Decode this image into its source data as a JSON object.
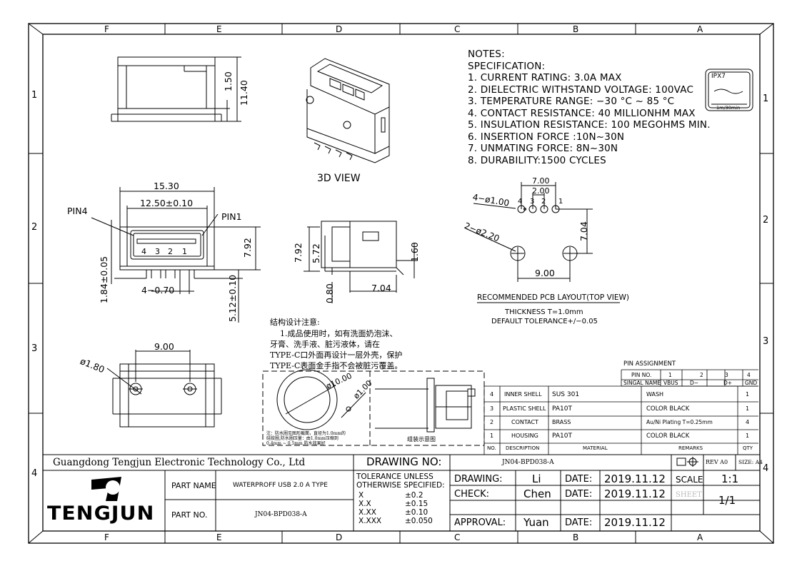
{
  "border": {
    "cols": [
      "F",
      "E",
      "D",
      "C",
      "B",
      "A"
    ],
    "rows": [
      "1",
      "2",
      "3",
      "4"
    ]
  },
  "notes": {
    "title": "NOTES:",
    "subtitle": "SPECIFICATION:",
    "items": [
      "1. CURRENT RATING: 3.0A MAX",
      "2. DIELECTRIC WITHSTAND VOLTAGE: 100VAC",
      "3. TEMPERATURE RANGE: −30 °C ~ 85 °C",
      "4. CONTACT RESISTANCE: 40 MILLIONHM MAX",
      "5. INSULATION RESISTANCE: 100 MEGOHMS MIN.",
      "6. INSERTION FORCE :10N~30N",
      "7. UNMATING FORCE: 8N~30N",
      "8. DURABILITY:1500 CYCLES"
    ]
  },
  "ipx": {
    "label": "IPX7",
    "sub": "1m/30min"
  },
  "view3d_label": "3D VIEW",
  "front_view": {
    "d_width": "15.30",
    "d_inner": "12.50±0.10",
    "pin4": "PIN4",
    "pin1": "PIN1",
    "d_height": "7.92",
    "d_left": "1.84±0.05",
    "d_pitch": "4−0.70",
    "d_tail": "5.12±0.10",
    "pins": [
      "4",
      "3",
      "2",
      "1"
    ]
  },
  "top_view": {
    "d1": "1.50",
    "d2": "11.40"
  },
  "side_view": {
    "d1": "7.92",
    "d2": "5.72",
    "d3": "1.60",
    "d4": "0.80",
    "d5": "7.04"
  },
  "pcb": {
    "d_700": "7.00",
    "d_200": "2.00",
    "d_hole1": "4−ø1.00",
    "d_hole2": "2−ø2.20",
    "d_704": "7.04",
    "d_900": "9.00",
    "pins": [
      "4",
      "3",
      "2",
      "1"
    ],
    "title": "RECOMMENDED PCB LAYOUT(TOP VIEW)",
    "thickness": "THICKNESS T=1.0mm",
    "tolerance": "DEFAULT TOLERANCE+/−0.05"
  },
  "cn_notes": {
    "title": "结构设计注意:",
    "lines": [
      "1.成品使用时，如有洗面奶泡沫、",
      "牙膏、洗手液、脏污液体，请在",
      "TYPE-C口外面再设计一层外壳，保护",
      "TYPE-C表面金手指不会被脏污覆盖。"
    ]
  },
  "bottom_view": {
    "d1": "9.00",
    "d2": "ø1.80"
  },
  "detail": {
    "d1": "ø10.00",
    "d2": "ø1.00",
    "note1": "注：防水圈见图形截面，直径为1.0mm的",
    "note2": "硅胶圈,防水圈压量：由1.0mm压缩到",
    "note3": "0.4mm ~ 0.5mm,防水效果好",
    "assembly": "组装示意图"
  },
  "pin_assignment": {
    "title": "PIN ASSIGNMENT",
    "header1": [
      "PIN NO.",
      "1",
      "2",
      "3",
      "4"
    ],
    "header2": [
      "SINGAL NAME",
      "VBUS",
      "D−",
      "D+",
      "GND"
    ]
  },
  "bom": {
    "rows": [
      {
        "no": "4",
        "desc": "INNER SHELL",
        "mat": "SUS 301",
        "rem": "WASH",
        "qty": "1"
      },
      {
        "no": "3",
        "desc": "PLASTIC SHELL",
        "mat": "PA10T",
        "rem": "COLOR BLACK",
        "qty": "1"
      },
      {
        "no": "2",
        "desc": "CONTACT",
        "mat": "BRASS",
        "rem": "Au/Ni Plating T=0.25mm",
        "qty": "4"
      },
      {
        "no": "1",
        "desc": "HOUSING",
        "mat": "PA10T",
        "rem": "COLOR BLACK",
        "qty": "1"
      }
    ],
    "header": {
      "no": "NO.",
      "desc": "DESCRIPTION",
      "mat": "MATERIAL",
      "rem": "REMARKS",
      "qty": "QTY"
    }
  },
  "title_block": {
    "company": "Guangdong Tengjun Electronic Technology Co., Ltd",
    "drawing_no_label": "DRAWING NO:",
    "drawing_no": "JN04-BPD038-A",
    "rev": "REV A0",
    "size": "SIZE: A4",
    "logo": "TENGJUN",
    "part_name_label": "PART NAME",
    "part_name": "WATERPROFF USB 2.0 A TYPE",
    "part_no_label": "PART NO.",
    "part_no": "JN04-BPD038-A",
    "tol_head1": "TOLERANCE  UNLESS",
    "tol_head2": "OTHERWISE  SPECIFIED:",
    "tols": [
      {
        "k": "X",
        "v": "±0.2"
      },
      {
        "k": "X.X",
        "v": "±0.15"
      },
      {
        "k": "X.XX",
        "v": "±0.10"
      },
      {
        "k": "X.XXX",
        "v": "±0.050"
      }
    ],
    "drawing_label": "DRAWING:",
    "drawing_by": "Li",
    "check_label": "CHECK:",
    "check_by": "Chen",
    "approval_label": "APPROVAL:",
    "approval_by": "Yuan",
    "date_label": "DATE:",
    "date": "2019.11.12",
    "scale_label": "SCALE",
    "scale": "1:1",
    "sheet_label": "SHEET",
    "sheet": "1/1"
  }
}
